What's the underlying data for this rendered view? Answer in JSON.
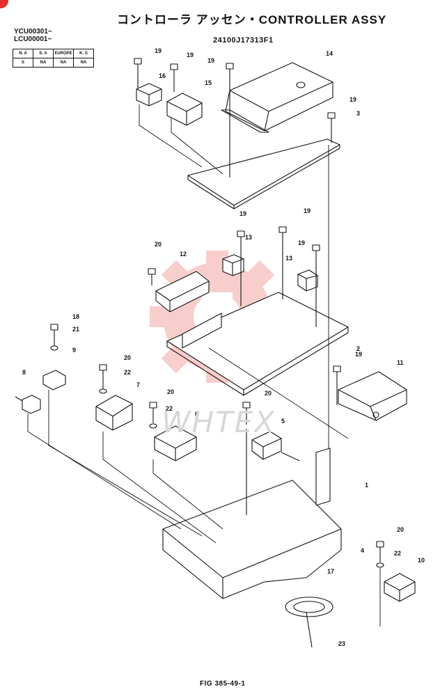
{
  "header": {
    "title": "コントローラ アッセン・CONTROLLER ASSY",
    "drawing_number": "24100J17313F1",
    "serials": [
      "YCU00301~",
      "LCU00001~"
    ]
  },
  "market_table": {
    "headers": [
      "N. A",
      "S. A",
      "EUROPE",
      "K. S"
    ],
    "values": [
      "S",
      "NA",
      "NA",
      "NA"
    ]
  },
  "watermark": "WHTEX",
  "figure_label": "FIG 385-49-1",
  "callouts": [
    "19",
    "19",
    "19",
    "14",
    "16",
    "15",
    "19",
    "3",
    "19",
    "19",
    "13",
    "20",
    "12",
    "19",
    "13",
    "18",
    "21",
    "9",
    "2",
    "8",
    "20",
    "22",
    "7",
    "20",
    "22",
    "6",
    "20",
    "5",
    "19",
    "11",
    "1",
    "4",
    "20",
    "22",
    "10",
    "17",
    "23"
  ],
  "colors": {
    "line": "#111111",
    "watermark": "#f4a7a4",
    "badge": "#e8302a"
  }
}
